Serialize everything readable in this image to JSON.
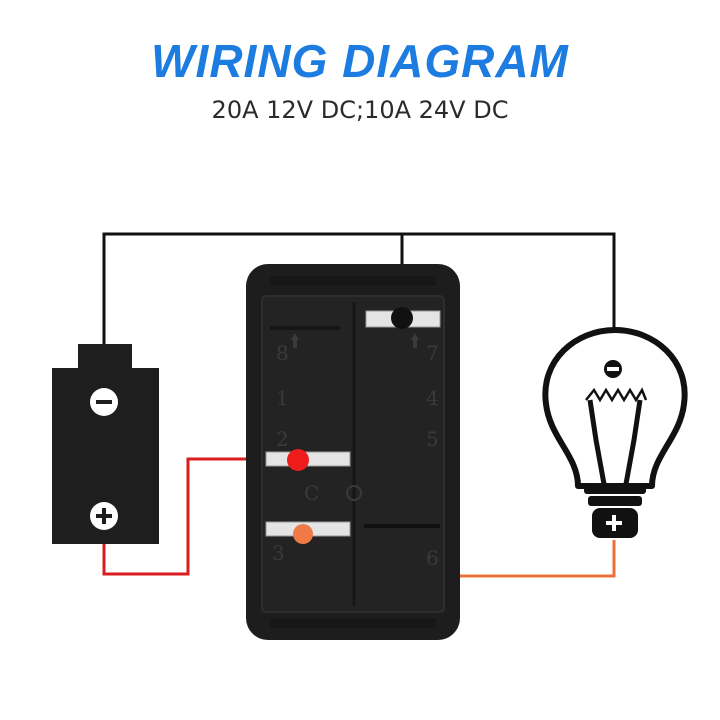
{
  "title": "WIRING DIAGRAM",
  "subtitle": "20A 12V DC;10A 24V DC",
  "switch_pins": [
    "8",
    "1",
    "2",
    "C",
    "3",
    "7",
    "4",
    "5",
    "6"
  ],
  "battery": {
    "negative_symbol": "−",
    "positive_symbol": "+"
  },
  "bulb": {
    "negative_symbol": "−",
    "positive_symbol": "+"
  },
  "colors": {
    "title": "#1c7ce0",
    "wire_black": "#111111",
    "wire_red": "#d81e1e",
    "wire_orange": "#e8713a",
    "dot_red": "#ee1c1c",
    "dot_orange": "#f07a45",
    "switch_body": "#1d1d1d"
  }
}
